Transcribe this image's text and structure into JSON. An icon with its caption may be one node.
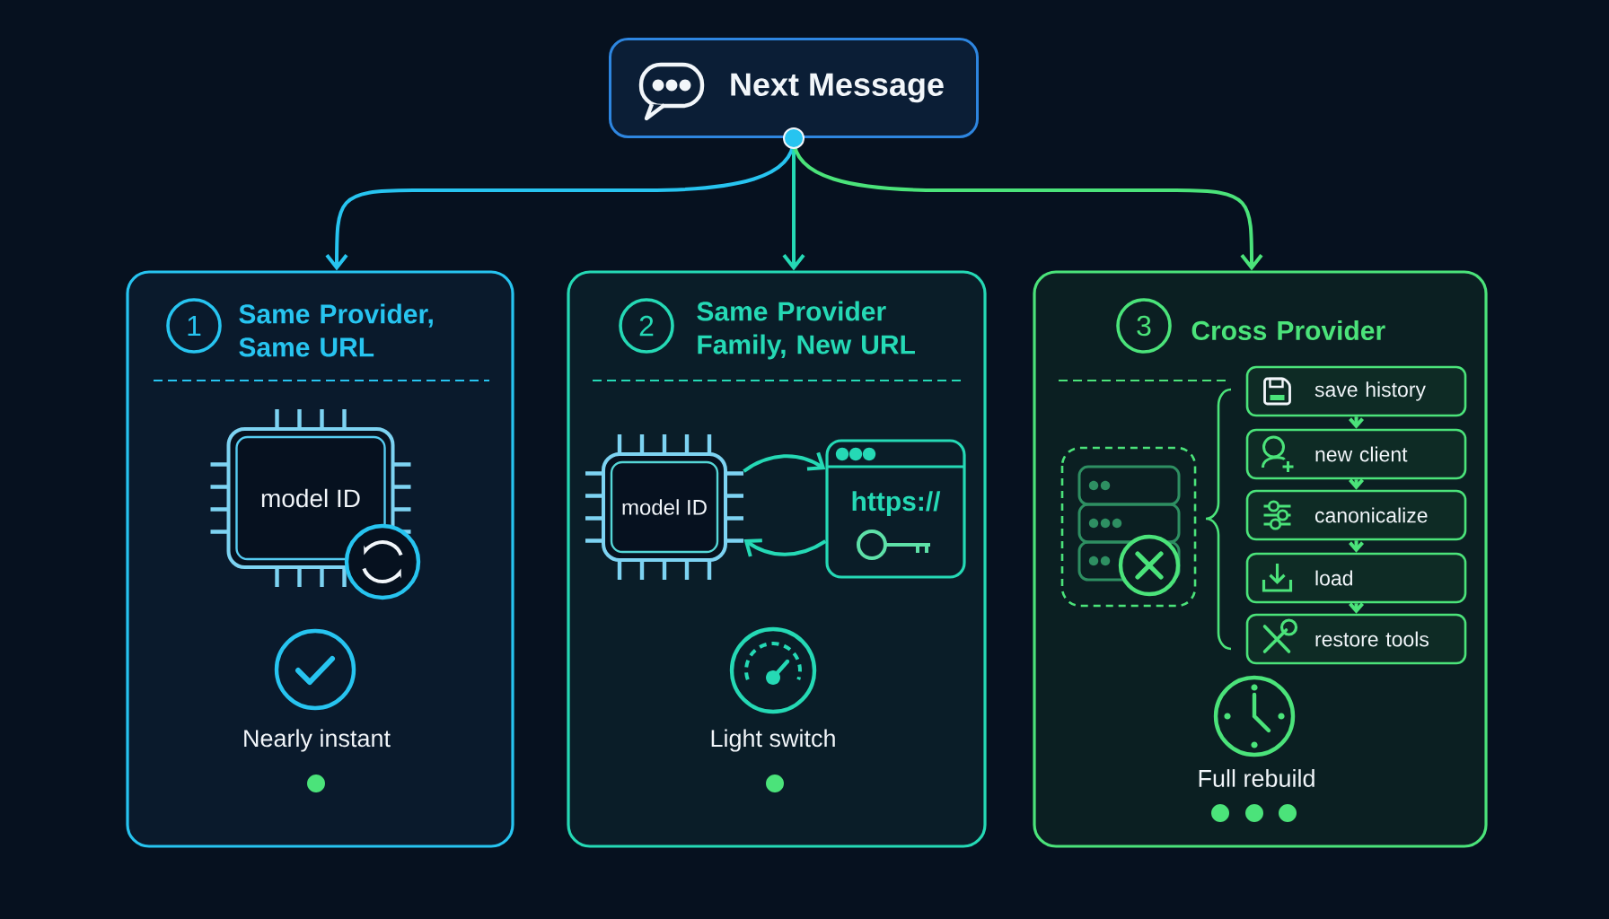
{
  "diagram": {
    "nodes": [
      {
        "text": [
          "Next Message"
        ]
      },
      {
        "text": [
          "Same Provider, Same URL",
          "Nearly instant"
        ]
      },
      {
        "text": [
          "1"
        ],
        "in": 1
      },
      {
        "text": [
          "model ID"
        ],
        "in": 1
      },
      {
        "text": [
          "Same Provider Family, New URL",
          "Light switch"
        ]
      },
      {
        "text": [
          "2"
        ],
        "in": 4
      },
      {
        "text": [
          "model ID"
        ],
        "in": 4
      },
      {
        "text": [
          "https://"
        ],
        "in": 4
      },
      {
        "text": [
          "Cross Provider",
          "Full rebuild"
        ]
      },
      {
        "text": [
          "3"
        ],
        "in": 8
      },
      {
        "text": [
          "save history"
        ],
        "in": 8
      },
      {
        "text": [
          "new client"
        ],
        "in": 8
      },
      {
        "text": [
          "canonicalize"
        ],
        "in": 8
      },
      {
        "text": [
          "load"
        ],
        "in": 8
      },
      {
        "text": [
          "restore tools"
        ],
        "in": 8
      }
    ],
    "edges": [
      {
        "from": 0,
        "to": 1,
        "arrow": "to",
        "color": "#27c4f0"
      },
      {
        "from": 0,
        "to": 4,
        "arrow": "to",
        "color": "#25d9b5"
      },
      {
        "from": 0,
        "to": 8,
        "arrow": "to"
      },
      {
        "from": 6,
        "to": 7,
        "arrow": "to",
        "color": "#25d9b5"
      },
      {
        "from": 7,
        "to": 6,
        "arrow": "to",
        "color": "#25d9b5"
      },
      {
        "from": 10,
        "to": 11,
        "arrow": "to"
      },
      {
        "from": 11,
        "to": 12,
        "arrow": "to"
      },
      {
        "from": 12,
        "to": 13,
        "arrow": "to"
      },
      {
        "from": 13,
        "to": 14,
        "arrow": "to"
      }
    ]
  }
}
